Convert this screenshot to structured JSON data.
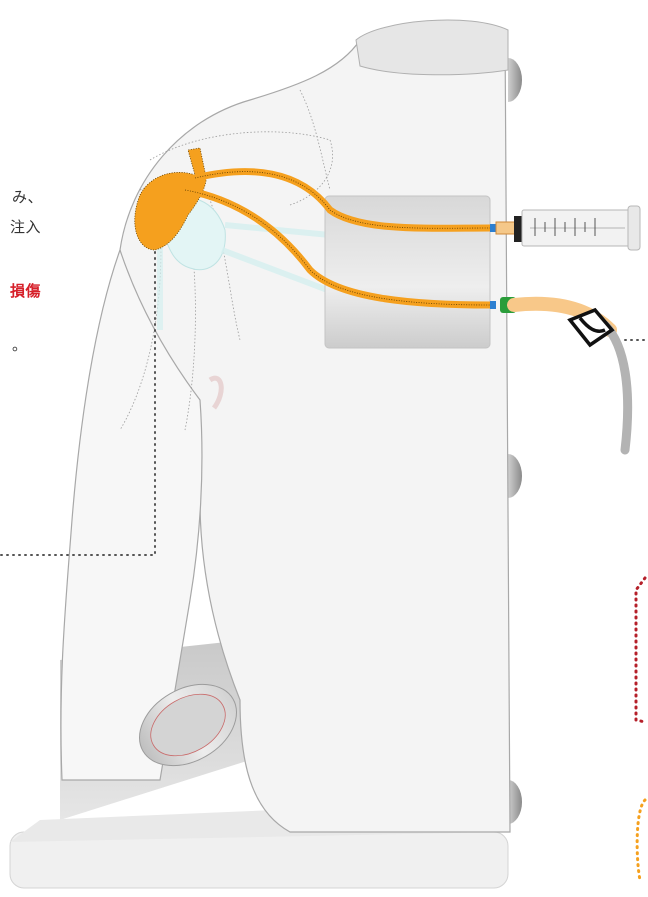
{
  "labels": {
    "line1": "み、",
    "line2": "注入",
    "line3": "損傷",
    "line4": "。"
  },
  "colors": {
    "orange": "#f5a01e",
    "red_text": "#d6202a",
    "dot_red": "#b5202a",
    "dot_orange": "#f5a01e",
    "body_gray": "#f2f2f2",
    "outline_gray": "#9a9a9a",
    "tube_orange": "#f8c889",
    "tube_gray": "#b3b3b3",
    "connector_green": "#2a9d3a",
    "connector_blue": "#2c7fd1",
    "ice_blue": "#dff4f4"
  },
  "icons": {
    "syringe": "syringe-icon",
    "clamp": "tube-clamp-icon"
  }
}
